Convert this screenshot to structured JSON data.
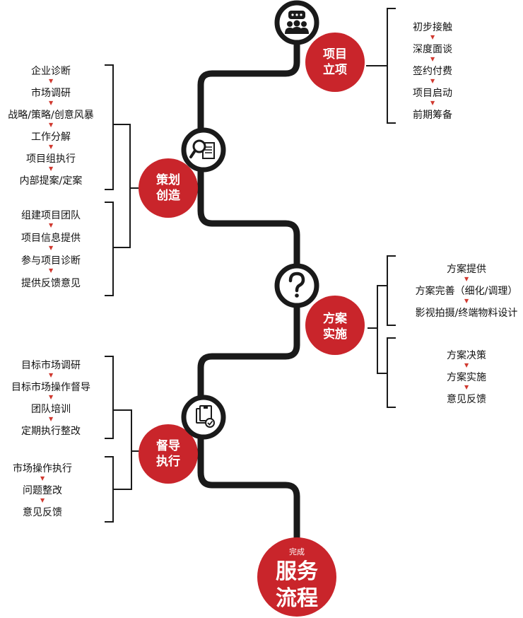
{
  "stages": [
    {
      "title_line1": "项目",
      "title_line2": "立项",
      "icon": "chat-people-icon"
    },
    {
      "title_line1": "策划",
      "title_line2": "创造",
      "icon": "magnifier-document-icon"
    },
    {
      "title_line1": "方案",
      "title_line2": "实施",
      "icon": "question-icon"
    },
    {
      "title_line1": "督导",
      "title_line2": "执行",
      "icon": "clipboard-check-icon"
    }
  ],
  "lists": {
    "project_setup": [
      "初步接触",
      "深度面谈",
      "签约付费",
      "项目启动",
      "前期筹备"
    ],
    "planning_a": [
      "企业诊断",
      "市场调研",
      "战略/策略/创意风暴",
      "工作分解",
      "项目组执行",
      "内部提案/定案"
    ],
    "planning_b": [
      "组建项目团队",
      "项目信息提供",
      "参与项目诊断",
      "提供反馈意见"
    ],
    "implementation_a": [
      "方案提供",
      "方案完善（细化/调理）",
      "影视拍摄/终端物料设计"
    ],
    "implementation_b": [
      "方案决策",
      "方案实施",
      "意见反馈"
    ],
    "supervision_a": [
      "目标市场调研",
      "目标市场操作督导",
      "团队培训",
      "定期执行整改"
    ],
    "supervision_b": [
      "市场操作执行",
      "问题整改",
      "意见反馈"
    ]
  },
  "final": {
    "small": "完成",
    "line1": "服务",
    "line2": "流程"
  },
  "colors": {
    "accent": "#c9252b",
    "line": "#1a1a1a"
  }
}
